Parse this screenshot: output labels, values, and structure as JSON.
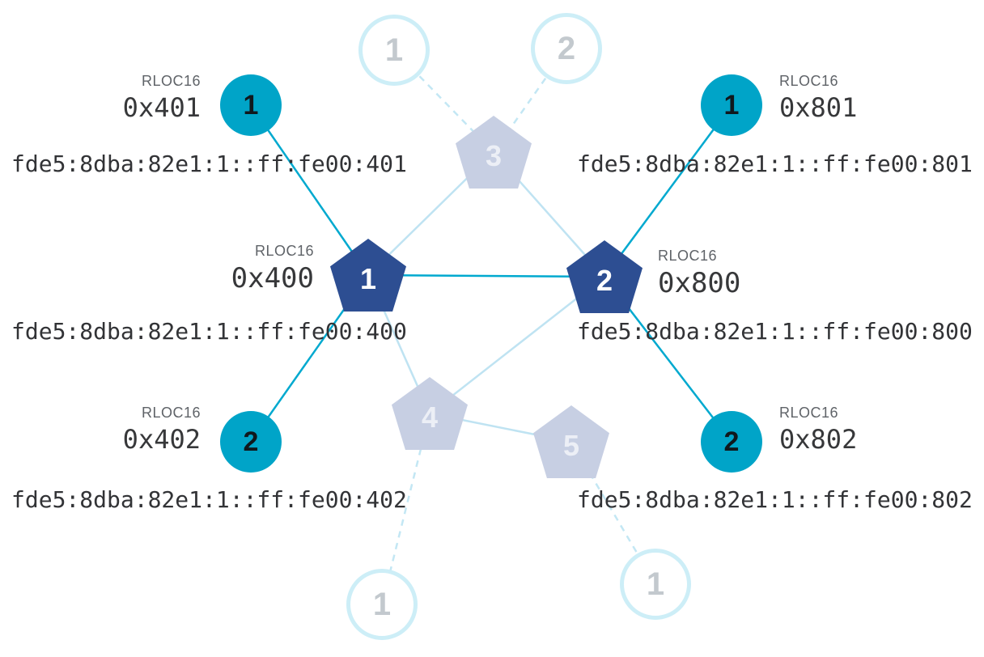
{
  "palette": {
    "router_active": "#2d4e92",
    "router_faded": "#c7cfe3",
    "child_active": "#00a4c8",
    "child_faded_ring": "#cdeef7",
    "link_active": "#00a9cf",
    "link_faded": "#bfe3f2",
    "text_muted": "#5f6368",
    "text_dark": "#37383a"
  },
  "nodes": {
    "routers": [
      {
        "label": "1",
        "rloc16_title": "RLOC16",
        "rloc16": "0x400",
        "ipv6": "fde5:8dba:82e1:1::ff:fe00:400"
      },
      {
        "label": "2",
        "rloc16_title": "RLOC16",
        "rloc16": "0x800",
        "ipv6": "fde5:8dba:82e1:1::ff:fe00:800"
      },
      {
        "label": "3"
      },
      {
        "label": "4"
      },
      {
        "label": "5"
      }
    ],
    "children": [
      {
        "label": "1",
        "rloc16_title": "RLOC16",
        "rloc16": "0x401",
        "ipv6": "fde5:8dba:82e1:1::ff:fe00:401"
      },
      {
        "label": "2",
        "rloc16_title": "RLOC16",
        "rloc16": "0x402",
        "ipv6": "fde5:8dba:82e1:1::ff:fe00:402"
      },
      {
        "label": "1",
        "rloc16_title": "RLOC16",
        "rloc16": "0x801",
        "ipv6": "fde5:8dba:82e1:1::ff:fe00:801"
      },
      {
        "label": "2",
        "rloc16_title": "RLOC16",
        "rloc16": "0x802",
        "ipv6": "fde5:8dba:82e1:1::ff:fe00:802"
      }
    ],
    "faded_children": [
      {
        "label": "1"
      },
      {
        "label": "2"
      },
      {
        "label": "1"
      },
      {
        "label": "1"
      }
    ]
  }
}
